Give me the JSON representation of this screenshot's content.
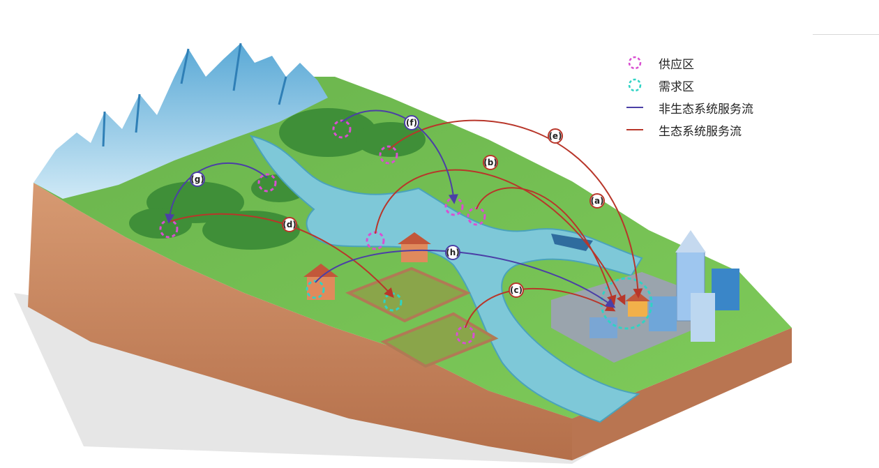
{
  "legend": {
    "supply": "供应区",
    "demand": "需求区",
    "non_eco_flow": "非生态系统服务流",
    "eco_flow": "生态系统服务流"
  },
  "colors": {
    "supply": "#d94fd1",
    "demand": "#2fd3c4",
    "non_eco_flow": "#4b3fa6",
    "eco_flow": "#b8362a"
  },
  "flows": {
    "a": "(a)",
    "b": "(b)",
    "c": "(c)",
    "d": "(d)",
    "e": "(e)",
    "f": "(f)",
    "g": "(g)",
    "h": "(h)"
  }
}
